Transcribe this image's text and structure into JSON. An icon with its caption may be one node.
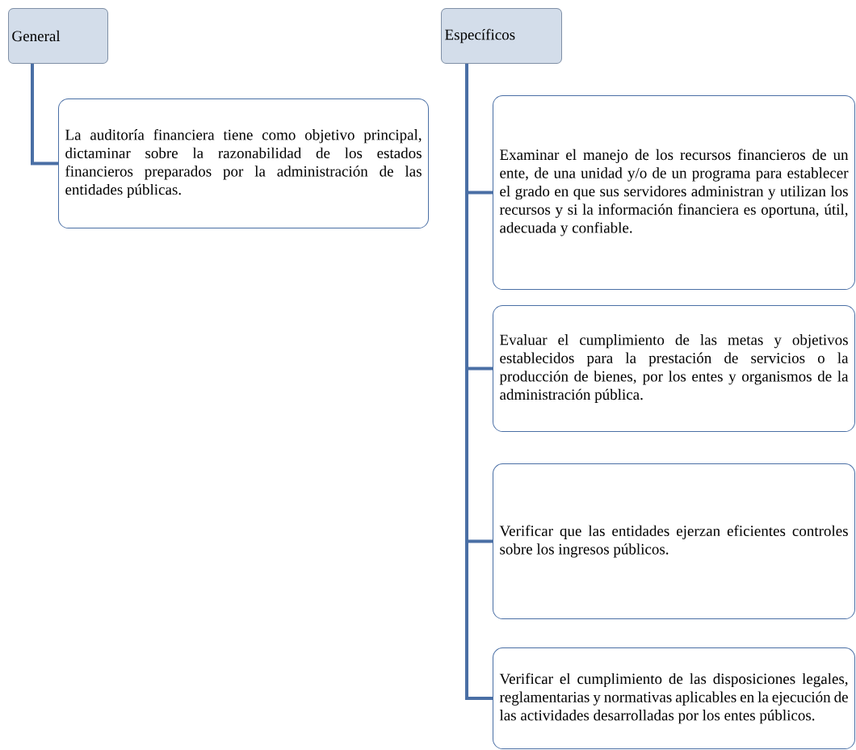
{
  "diagram": {
    "nodes": [
      {
        "text": [
          "General"
        ]
      },
      {
        "text": [
          "La auditoría financiera tiene como objetivo principal, dictaminar sobre la razonabilidad de los estados financieros preparados por la administración de las entidades públicas."
        ]
      },
      {
        "text": [
          "Específicos"
        ]
      },
      {
        "text": [
          "Examinar el manejo de los recursos financieros de un ente, de una unidad y/o de un programa para establecer el grado en que sus servidores administran y utilizan los recursos y si la información financiera es oportuna, útil, adecuada y confiable."
        ]
      },
      {
        "text": [
          "Evaluar el cumplimiento de las metas y objetivos establecidos para la prestación de servicios o la producción de bienes, por los entes y organismos de la administración pública."
        ]
      },
      {
        "text": [
          "Verificar que las entidades ejerzan eficientes controles sobre los ingresos públicos."
        ]
      },
      {
        "text": [
          "Verificar el cumplimiento de las disposiciones legales, reglamentarias y normativas aplicables en la ejecución de las actividades desarrolladas por los entes públicos."
        ]
      }
    ],
    "edges": [
      {
        "from": 0,
        "to": 1,
        "arrow": "none"
      },
      {
        "from": 2,
        "to": 3,
        "arrow": "none"
      },
      {
        "from": 2,
        "to": 4,
        "arrow": "none"
      },
      {
        "from": 2,
        "to": 5,
        "arrow": "none"
      },
      {
        "from": 2,
        "to": 6,
        "arrow": "none"
      }
    ]
  }
}
